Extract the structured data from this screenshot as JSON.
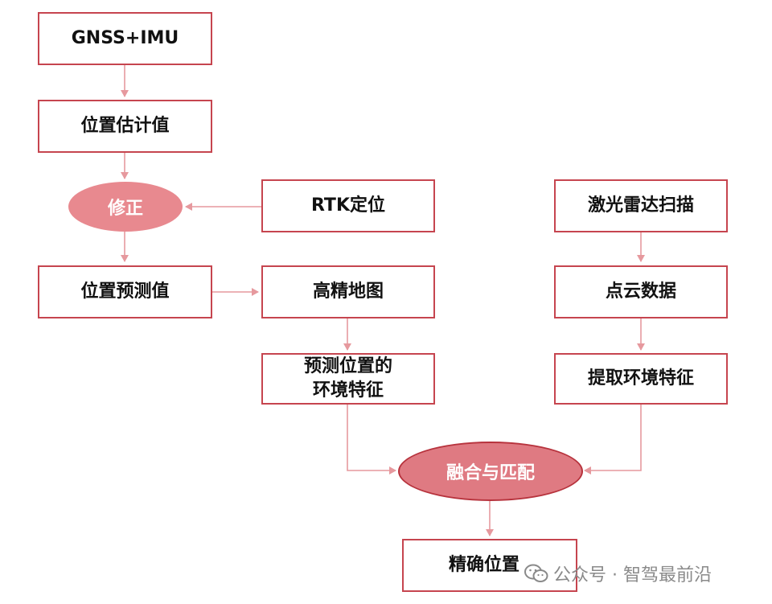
{
  "nodes": {
    "gnss_imu": "GNSS+IMU",
    "position_estimate": "位置估计值",
    "correction": "修正",
    "rtk": "RTK定位",
    "position_prediction": "位置预测值",
    "hd_map": "高精地图",
    "predicted_features_line1": "预测位置的",
    "predicted_features_line2": "环境特征",
    "lidar_scan": "激光雷达扫描",
    "point_cloud": "点云数据",
    "extract_features": "提取环境特征",
    "fusion_matching": "融合与匹配",
    "precise_position": "精确位置"
  },
  "watermark": {
    "text": "公众号 · 智驾最前沿",
    "icon": "wechat-icon"
  },
  "colors": {
    "border": "#c6454f",
    "edge": "#e6999e",
    "oval_fill": "#e8898f",
    "watermark": "#8a8a8a"
  }
}
